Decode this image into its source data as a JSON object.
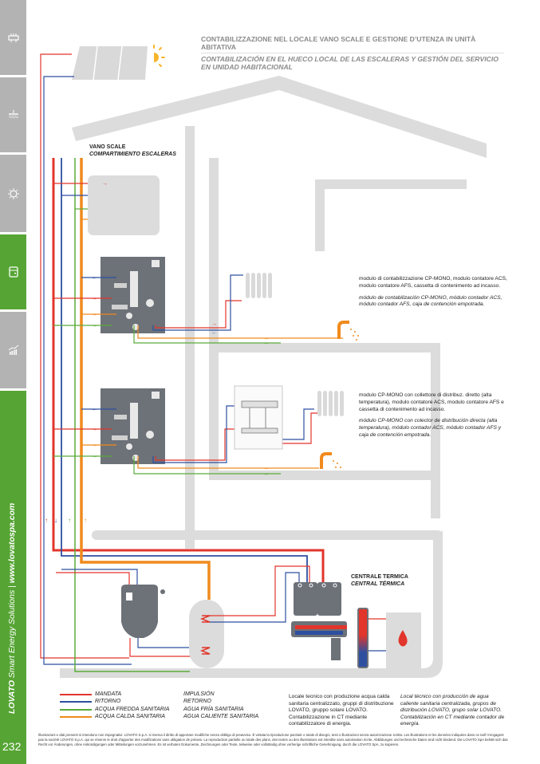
{
  "sidebar": {
    "tabs": [
      {
        "icon": "heating-element-icon",
        "active": false
      },
      {
        "icon": "shower-icon",
        "active": false
      },
      {
        "icon": "sun-icon",
        "active": false
      },
      {
        "icon": "meter-module-icon",
        "active": true
      },
      {
        "icon": "chart-growth-icon",
        "active": false
      }
    ],
    "brand_bold": "LOVATO",
    "brand_rest": " Smart Energy Solutions",
    "brand_sep": "  |  ",
    "brand_url": "www.lovatospa.com",
    "page_number": "232"
  },
  "header": {
    "title_it": "CONTABILIZZAZIONE NEL LOCALE VANO SCALE E GESTIONE D’UTENZA IN UNITÀ ABITATIVA",
    "title_es": "CONTABILIZACIÓN EN EL HUECO LOCAL DE LAS ESCALERAS Y GESTIÓN DEL SERVICIO EN UNIDAD HABITACIONAL"
  },
  "labels": {
    "stairwell_it": "VANO SCALE",
    "stairwell_es": "COMPARTIMIENTO ESCALERAS",
    "boiler_room_it": "CENTRALE TERMICA",
    "boiler_room_es": "CENTRAL TÉRMICA"
  },
  "descriptions": [
    {
      "it": "modulo di contabilizzazione CP-MONO, modulo contatore ACS, modulo contatore AFS, cassetta di contenimento ad incasso.",
      "es": "módulo de contabilización CP-MONO, módulo contador ACS, módulo contador AFS, caja de contención empotrada."
    },
    {
      "it": "modulo CP-MONO con collettore di distribuz. diretto (alta temperatura), modulo contatore ACS, modulo contatore AFS e cassetta di contenimento ad incasso.",
      "es": "módulo CP-MONO con colector de distribución directa (alta temperatura), módulo contador ACS, módulo contador AFS y caja de contención empotrada."
    }
  ],
  "legend": {
    "items": [
      {
        "it": "MANDATA",
        "es": "IMPULSIÓN",
        "color": "#e2352b"
      },
      {
        "it": "RITORNO",
        "es": "RETORNO",
        "color": "#2e4fa0"
      },
      {
        "it": "ACQUA FREDDA SANITARIA",
        "es": "AGUA FRÍA SANITARIA",
        "color": "#5aab3a"
      },
      {
        "it": "ACQUA CALDA SANITARIA",
        "es": "AGUA CALIENTE SANITARIA",
        "color": "#f08a1c"
      }
    ]
  },
  "footer_notes": {
    "it": "Locale tecnico con produzione acqua calda sanitaria centralizzato, gruppi di distribuzione LOVATO, gruppo solare LOVATO. Contabilizzazione in CT mediante contabilizzatore di energia.",
    "es": "Local técnico con producción de agua caliente sanitaria centralizada, grupos de distribución LOVATO, grupo solar LOVATO. Contabilización en CT mediante contador de energía."
  },
  "disclaimer": "Illustrazioni e dati presenti si intendono non impegnativi. LOVATO S.p.A. si riserva il diritto di apportare modifiche senza obbligo di preavviso. È vietata la riproduzione parziale o totale di disegni, testi o illustrazioni senza autorizzazione scritta. Les illustrations et les données indiquées dans ce tarif n'engagent pas la société LOVATO S.p.A. qui se réserve le droit d'apporter des modifications sans obligation de préavis. La reproduction partielle ou totale des plans, des textes ou des illustrations est interdite sans autorisation écrite. Abbildungen und technische Daten sind nicht bindend. Die LOVATO SpA behält sich das Recht vor Änderungen, ohne Ankündigungen oder Mitteilungen vorzunehmen. Es ist verboten Dokumente, Zeichnungen oder Texte, teilweise oder vollständig ohne vorherige schriftliche Genehmigung, durch die LOVATO SpA, zu kopieren.",
  "colors": {
    "supply": "#e2352b",
    "return": "#2e4fa0",
    "cold_water": "#5aab3a",
    "hot_water": "#f08a1c",
    "brand_green": "#56a534",
    "sidebar_gray": "#b3b3b3",
    "building_gray": "#dcdcdc",
    "module_gray": "#6d7178"
  }
}
